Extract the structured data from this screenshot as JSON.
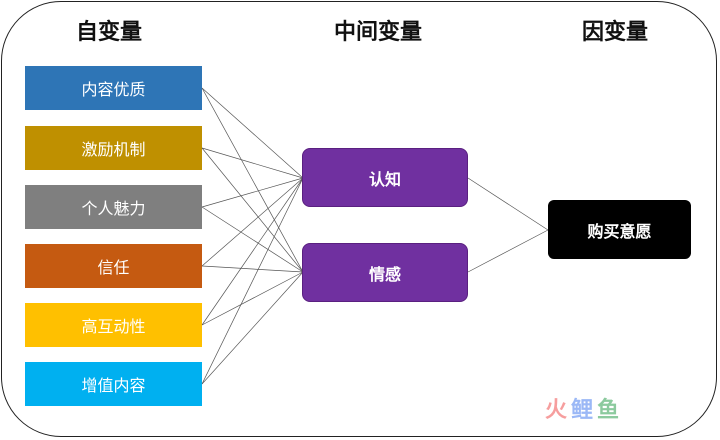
{
  "headers": {
    "independent": "自变量",
    "mediator": "中间变量",
    "dependent": "因变量"
  },
  "independent": [
    {
      "label": "内容优质",
      "color": "#2e75b6"
    },
    {
      "label": "激励机制",
      "color": "#bf9000"
    },
    {
      "label": "个人魅力",
      "color": "#7f7f7f"
    },
    {
      "label": "信任",
      "color": "#c55a11"
    },
    {
      "label": "高互动性",
      "color": "#ffc000"
    },
    {
      "label": "增值内容",
      "color": "#00b0f0"
    }
  ],
  "mediators": [
    {
      "label": "认知"
    },
    {
      "label": "情感"
    }
  ],
  "dependent": {
    "label": "购买意愿"
  },
  "watermark": {
    "text": "火鲤鱼"
  }
}
